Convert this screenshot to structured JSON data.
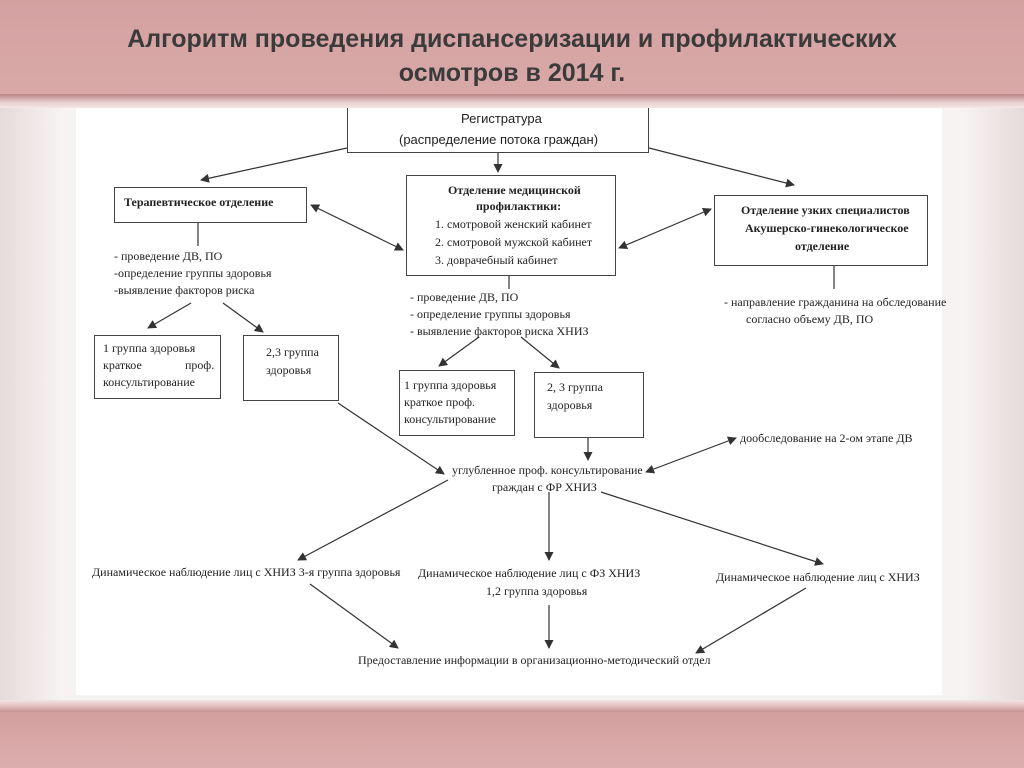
{
  "slide": {
    "title_line1": "Алгоритм проведения диспансеризации и профилактических",
    "title_line2": "осмотров в 2014 г."
  },
  "diagram": {
    "registry": {
      "line1": "Регистратура",
      "line2": "(распределение потока граждан)"
    },
    "therapy": {
      "title": "Терапевтическое отделение",
      "notes": [
        "- проведение ДВ, ПО",
        "-определение группы здоровья",
        "-выявление факторов риска"
      ]
    },
    "prevention": {
      "title_line1": "Отделение медицинской",
      "title_line2": "профилактики:",
      "items": [
        "1.    смотровой женский кабинет",
        "2.    смотровой мужской кабинет",
        "3.    доврачебный кабинет"
      ],
      "notes": [
        "- проведение ДВ, ПО",
        "- определение группы здоровья",
        "- выявление факторов риска ХНИЗ"
      ]
    },
    "specialists": {
      "line1": "Отделение узких специалистов",
      "line2": "Акушерско-гинекологическое",
      "line3": "отделение",
      "notes": [
        "- направление гражданина на обследование",
        "согласно объему ДВ, ПО"
      ]
    },
    "group1_left": {
      "line1": "1 группа здоровья",
      "line2a": "краткое",
      "line2b": "проф.",
      "line3": "консультирование"
    },
    "group23_left": {
      "line1": "2,3 группа",
      "line2": "здоровья"
    },
    "group1_mid": {
      "line1": "1 группа здоровья",
      "line2": "краткое проф.",
      "line3": "консультирование"
    },
    "group23_mid": {
      "line1": "2,    3 группа",
      "line2": "здоровья"
    },
    "deep": {
      "line1": "углубленное проф. консультирование",
      "line2": "граждан с ФР ХНИЗ"
    },
    "stage2": "дообследование на 2-ом этапе ДВ",
    "dyn_left": "Динамическое наблюдение лиц с ХНИЗ 3-я группа здоровья",
    "dyn_mid_line1": "Динамическое наблюдение лиц с ФЗ ХНИЗ",
    "dyn_mid_line2": "1,2 группа здоровья",
    "dyn_right": "Динамическое наблюдение лиц с ХНИЗ",
    "info": "Предоставление информации в организационно-методический отдел"
  }
}
